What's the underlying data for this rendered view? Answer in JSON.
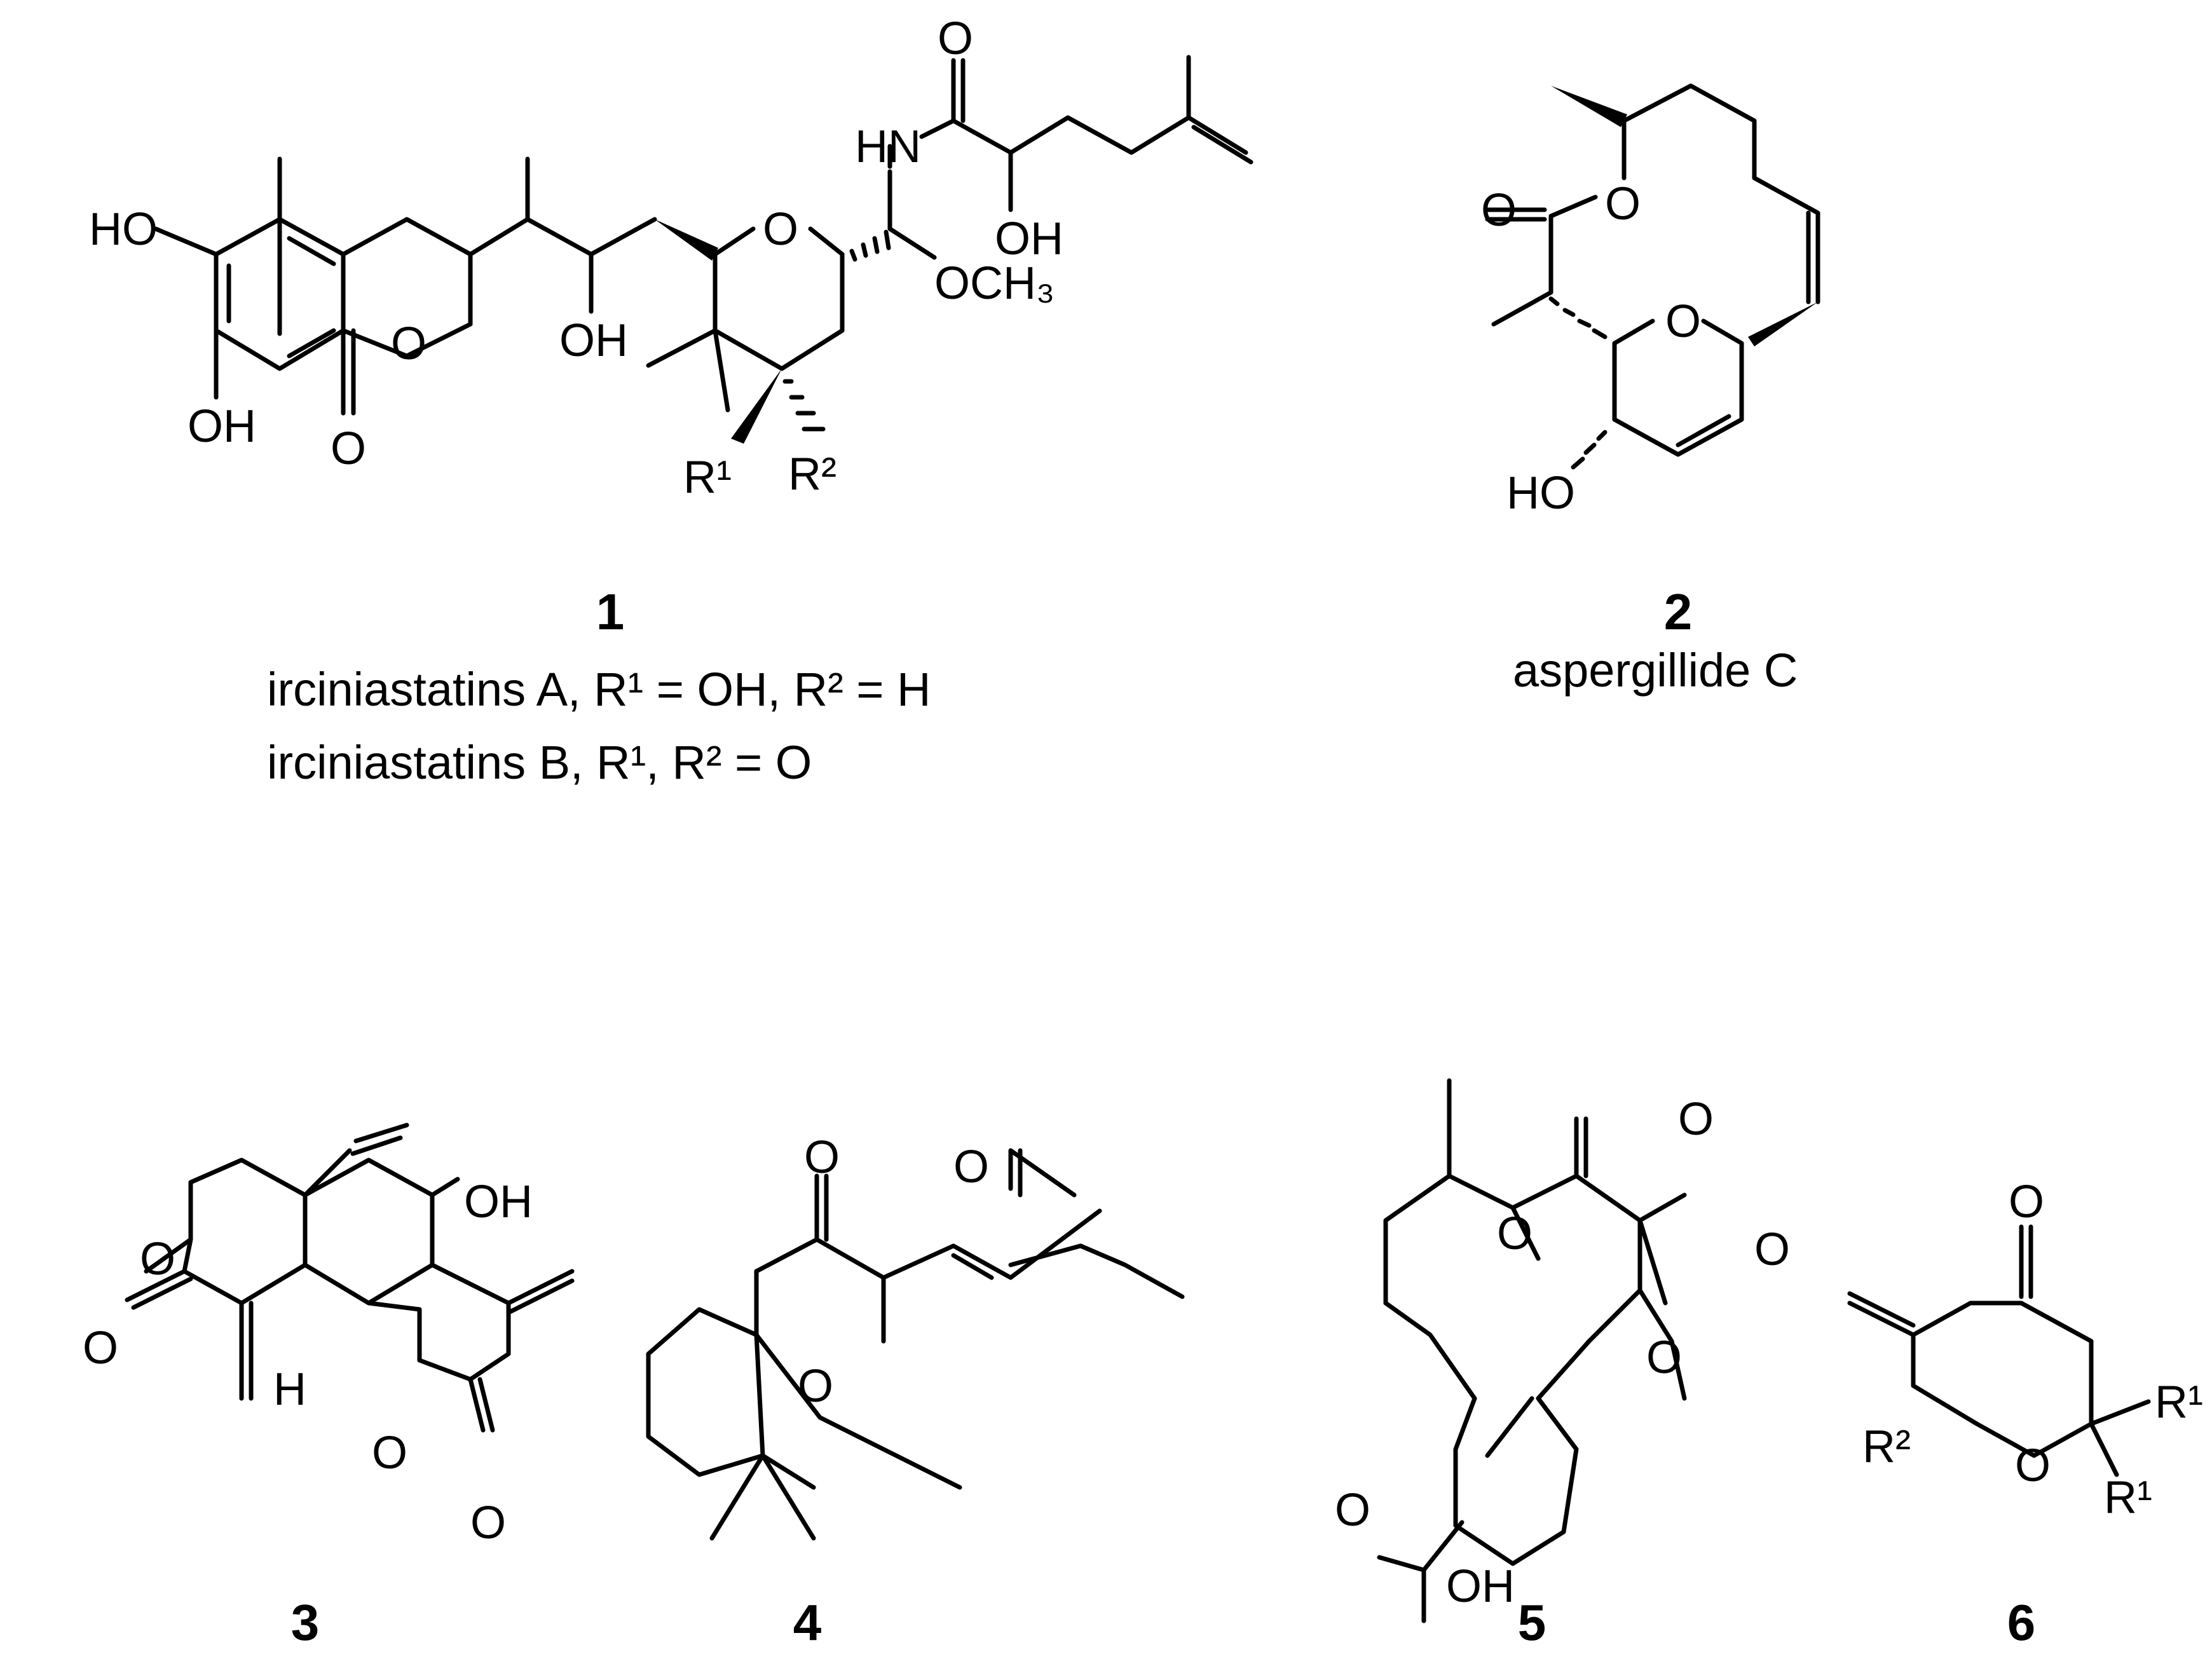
{
  "compounds": [
    {
      "number": "1",
      "caption_lines": [
        "irciniastatins A, R¹ = OH, R² = H",
        "irciniastatins B, R¹, R² = O"
      ],
      "atoms": {
        "ho": "HO",
        "oh_bottom": "OH",
        "o_carbonyl": "O",
        "o_ring": "O",
        "oh_mid": "OH",
        "o_pyran": "O",
        "hn": "HN",
        "o_amide": "O",
        "oh_side": "OH",
        "och3": "OCH₃",
        "r1": "R¹",
        "r2": "R²"
      }
    },
    {
      "number": "2",
      "caption_lines": [
        "aspergillide C"
      ],
      "atoms": {
        "o_carbonyl": "O",
        "o_ester": "O",
        "o_ring": "O",
        "ho": "HO"
      }
    },
    {
      "number": "3",
      "atoms": {
        "o_ring1": "O",
        "o_carbonyl1": "O",
        "h": "H",
        "oh": "OH",
        "o_lactone": "O",
        "o_carbonyl2": "O"
      }
    },
    {
      "number": "4",
      "atoms": {
        "o_ketone": "O",
        "o_side": "O",
        "o_bridge": "O"
      }
    },
    {
      "number": "5",
      "atoms": {
        "o_ketone": "O",
        "o_ring": "O",
        "o_lactone_c": "O",
        "o_lactone": "O",
        "o_acid": "O",
        "oh": "OH"
      }
    },
    {
      "number": "6",
      "atoms": {
        "o_ketone": "O",
        "o_ring": "O",
        "r1_top": "R¹",
        "r1_bottom": "R¹",
        "r2": "R²"
      }
    }
  ]
}
